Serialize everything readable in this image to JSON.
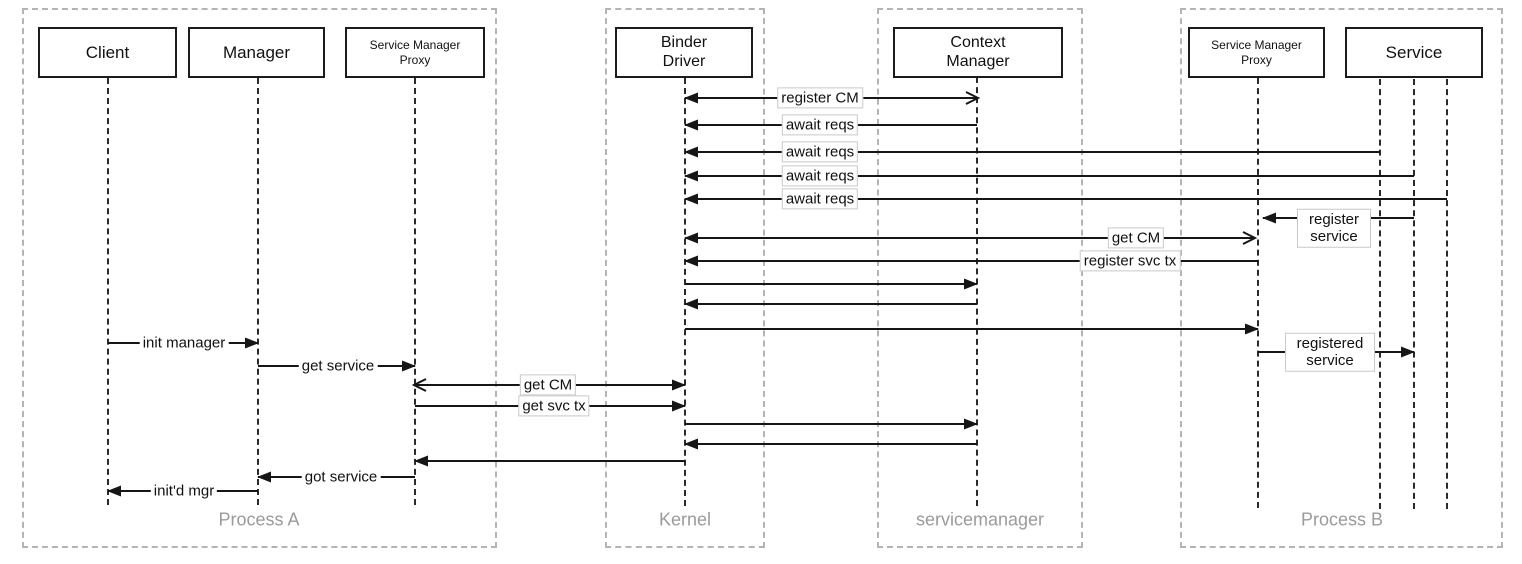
{
  "containers": {
    "process_a": "Process A",
    "kernel": "Kernel",
    "servicemanager": "servicemanager",
    "process_b": "Process B"
  },
  "participants": {
    "client": "Client",
    "manager": "Manager",
    "smp_a": "Service Manager Proxy",
    "binder_driver": "Binder Driver",
    "context_manager": "Context Manager",
    "smp_b": "Service Manager Proxy",
    "service": "Service"
  },
  "messages": {
    "register_cm": "register CM",
    "await_reqs_1": "await reqs",
    "await_reqs_2": "await reqs",
    "await_reqs_3": "await reqs",
    "await_reqs_4": "await reqs",
    "register_service": "register service",
    "get_cm_b": "get CM",
    "register_svc_tx": "register svc tx",
    "registered_service": "registered service",
    "init_manager": "init manager",
    "get_service": "get service",
    "get_cm_a": "get CM",
    "get_svc_tx": "get svc tx",
    "got_service": "got service",
    "initd_mgr": "init'd mgr"
  },
  "colors": {
    "line": "#161616",
    "box_border": "#1c1c1c",
    "container_border": "#b4b4b4",
    "muted_label": "#9b9b9b",
    "background": "#ffffff"
  }
}
